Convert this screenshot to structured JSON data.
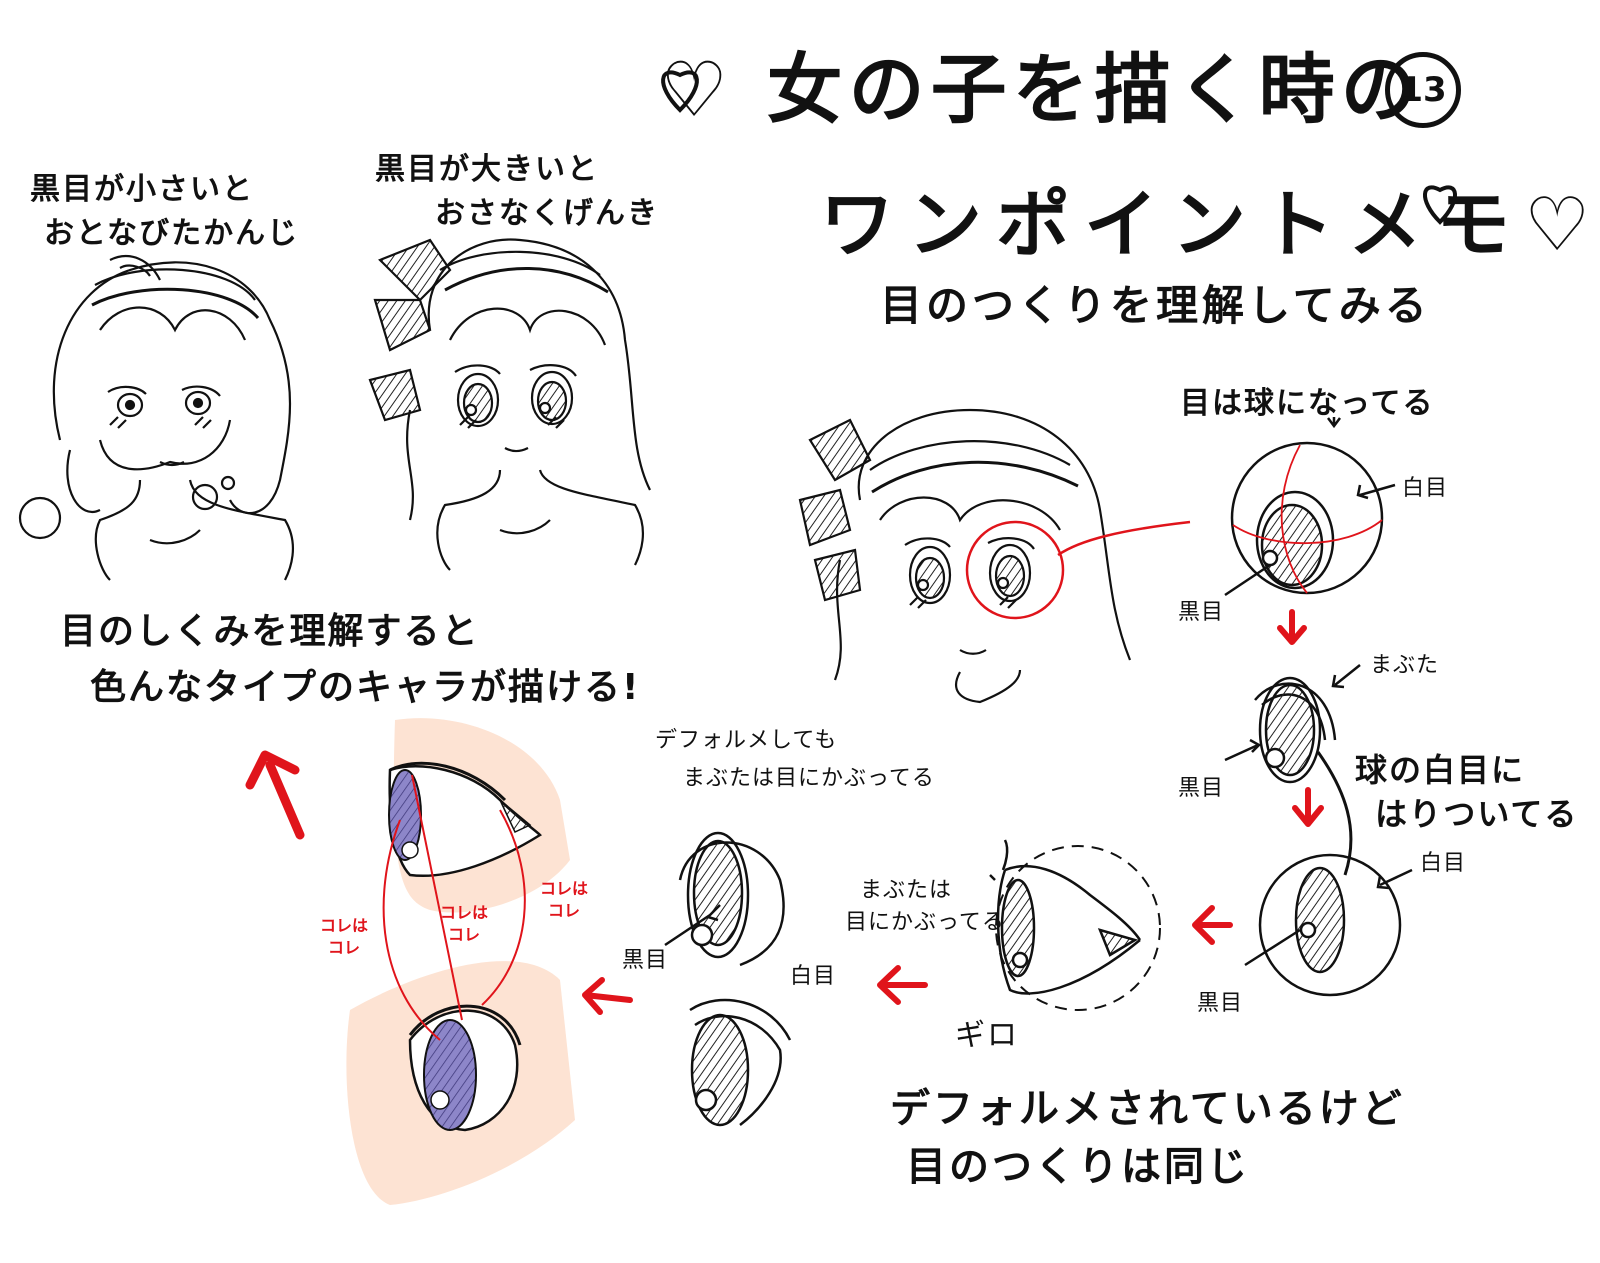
{
  "title": {
    "line1": "♡ 女の子を描く時の",
    "number": "13",
    "line2": "ワンポイントメモ♡",
    "subtitle": "目のつくりを理解してみる"
  },
  "top_examples": {
    "small_pupil": {
      "line1": "黒目が小さいと",
      "line2": "おとなびたかんじ"
    },
    "large_pupil": {
      "line1": "黒目が大きいと",
      "line2": "おさなくげんき"
    }
  },
  "middle_note": {
    "line1": "目のしくみを理解すると",
    "line2": "色んなタイプのキャラが描ける!"
  },
  "eyeball_section": {
    "heading": "目は球になってる",
    "white_label": "白目",
    "pupil_label": "黒目",
    "eyelid_label": "まぶた",
    "stuck_line1": "球の白目に",
    "stuck_line2": "はりついてる",
    "white_label_2": "白目",
    "pupil_label_2": "黒目",
    "pupil_label_3": "黒目"
  },
  "side_eye": {
    "eyelid_note_line1": "まぶたは",
    "eyelid_note_line2": "目にかぶってる",
    "giro": "ギロ"
  },
  "deformed_eye": {
    "note_line1": "デフォルメしても",
    "note_line2": "まぶたは目にかぶってる",
    "pupil_label": "黒目",
    "white_label": "白目"
  },
  "corresponds": {
    "left": {
      "line1": "コレは",
      "line2": "コレ"
    },
    "center": {
      "line1": "コレは",
      "line2": "コレ"
    },
    "right": {
      "line1": "コレは",
      "line2": "コレ"
    }
  },
  "bottom_note": {
    "line1": "デフォルメされているけど",
    "line2": "目のつくりは同じ"
  },
  "colors": {
    "ink": "#111111",
    "accent_red": "#e0141b",
    "skin_peach": "#fde3d3",
    "iris_purple": "#8d86c9"
  }
}
